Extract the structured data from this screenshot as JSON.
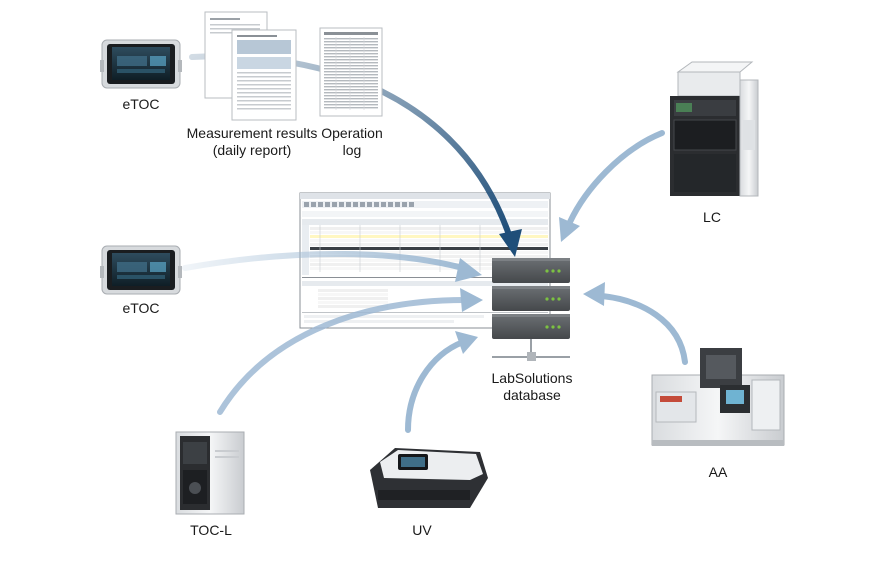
{
  "labels": {
    "etoc_top": "eTOC",
    "etoc_mid": "eTOC",
    "measurement_results_line1": "Measurement results",
    "measurement_results_line2": "(daily report)",
    "operation_log_line1": "Operation",
    "operation_log_line2": "log",
    "lc": "LC",
    "database_line1": "LabSolutions",
    "database_line2": "database",
    "aa": "AA",
    "toc_l": "TOC-L",
    "uv": "UV"
  },
  "colors": {
    "arrow_light": "#9db9d3",
    "arrow_dark": "#1f4e79",
    "server_body": "#5a5d60",
    "server_led": "#7cc242",
    "instrument_dark": "#2b2d30",
    "instrument_light": "#eef0f2"
  },
  "icons": {
    "etoc": "etoc-instrument-icon",
    "lc": "liquid-chromatograph-icon",
    "aa": "atomic-absorption-icon",
    "toc_l": "toc-analyzer-icon",
    "uv": "uv-spectrophotometer-icon",
    "database": "server-stack-icon",
    "software": "labsolutions-software-window",
    "report": "report-document-icon",
    "log": "operation-log-document-icon"
  }
}
